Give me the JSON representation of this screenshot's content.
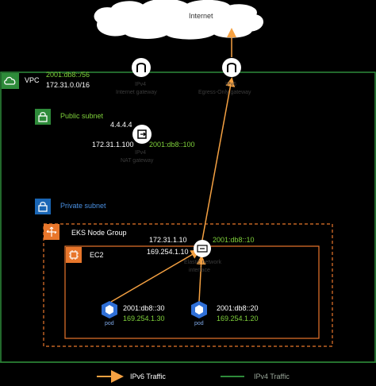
{
  "internet": {
    "label": "Internet"
  },
  "vpc": {
    "label": "VPC",
    "ipv6_cidr": "2001:db8::/56",
    "ipv4_cidr": "172.31.0.0/16"
  },
  "igw": {
    "line1": "IPv4",
    "line2": "Internet gateway"
  },
  "eigw": {
    "line1": "IPv6",
    "line2": "Egress-Only gateway"
  },
  "public_subnet": {
    "label": "Public subnet"
  },
  "nat": {
    "public_ip": "4.4.4.4",
    "private_ip": "172.31.1.100",
    "ipv6": "2001:db8::100",
    "line1": "IPv4",
    "line2": "NAT gateway"
  },
  "private_subnet": {
    "label": "Private subnet"
  },
  "node_group": {
    "label": "EKS Node Group"
  },
  "ec2": {
    "label": "EC2"
  },
  "eni": {
    "ipv4": "172.31.1.10",
    "ipv6": "2001:db8::10",
    "link_local": "169.254.1.10",
    "line1": "Elastic network",
    "line2": "interface"
  },
  "pod1": {
    "ipv6": "2001:db8::30",
    "link_local": "169.254.1.30",
    "label": "pod"
  },
  "pod2": {
    "ipv6": "2001:db8::20",
    "link_local": "169.254.1.20",
    "label": "pod"
  },
  "legend": {
    "ipv6": "IPv6 Traffic",
    "ipv4": "IPv4 Traffic"
  },
  "colors": {
    "vpc_green": "#2e8b3a",
    "text_green": "#7fd13b",
    "orange": "#f5a142",
    "ec2_orange": "#e8762b",
    "pod_blue": "#2f6fd6",
    "subnet_blue": "#1a66b5"
  }
}
